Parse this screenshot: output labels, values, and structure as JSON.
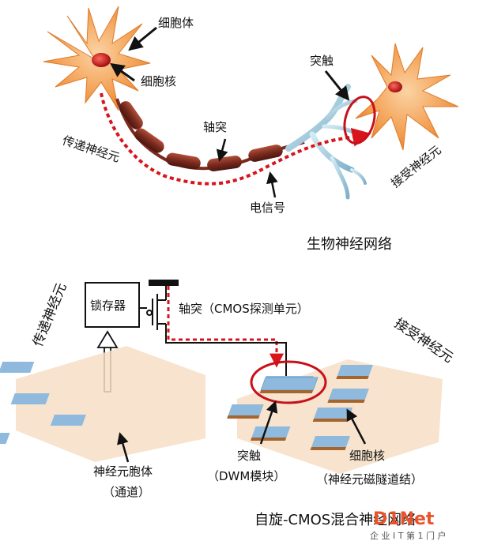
{
  "top": {
    "soma_label": "细胞体",
    "nucleus_label": "细胞核",
    "axon_label": "轴突",
    "synapse_label": "突触",
    "signal_label": "电信号",
    "presynaptic_label": "传递神经元",
    "postsynaptic_label": "接受神经元",
    "title": "生物神经网络"
  },
  "bottom": {
    "latch_label": "锁存器",
    "axon_label": "轴突（CMOS探测单元）",
    "presynaptic_label": "传递神经元",
    "postsynaptic_label": "接受神经元",
    "soma_label": "神经元胞体",
    "channel_label": "（通道）",
    "synapse_label": "突触",
    "dwm_label": "（DWM模块）",
    "nucleus_label": "细胞核",
    "mtj_label": "（神经元磁隧道结）",
    "title": "自旋-CMOS混合神经网络"
  },
  "watermark": {
    "brand": "D1Net",
    "tagline": "企 业 I T 第 1 门 户"
  },
  "colors": {
    "neuron_orange": "#f29b4c",
    "nucleus_red": "#c0141c",
    "axon_brown": "#7a2a1e",
    "dendrite_blue": "#9fc9dc",
    "signal_red": "#d8141c",
    "pad_blue": "#8fb9dd",
    "pad_brown": "#a5652e",
    "base_peach": "#f7dfc6"
  }
}
